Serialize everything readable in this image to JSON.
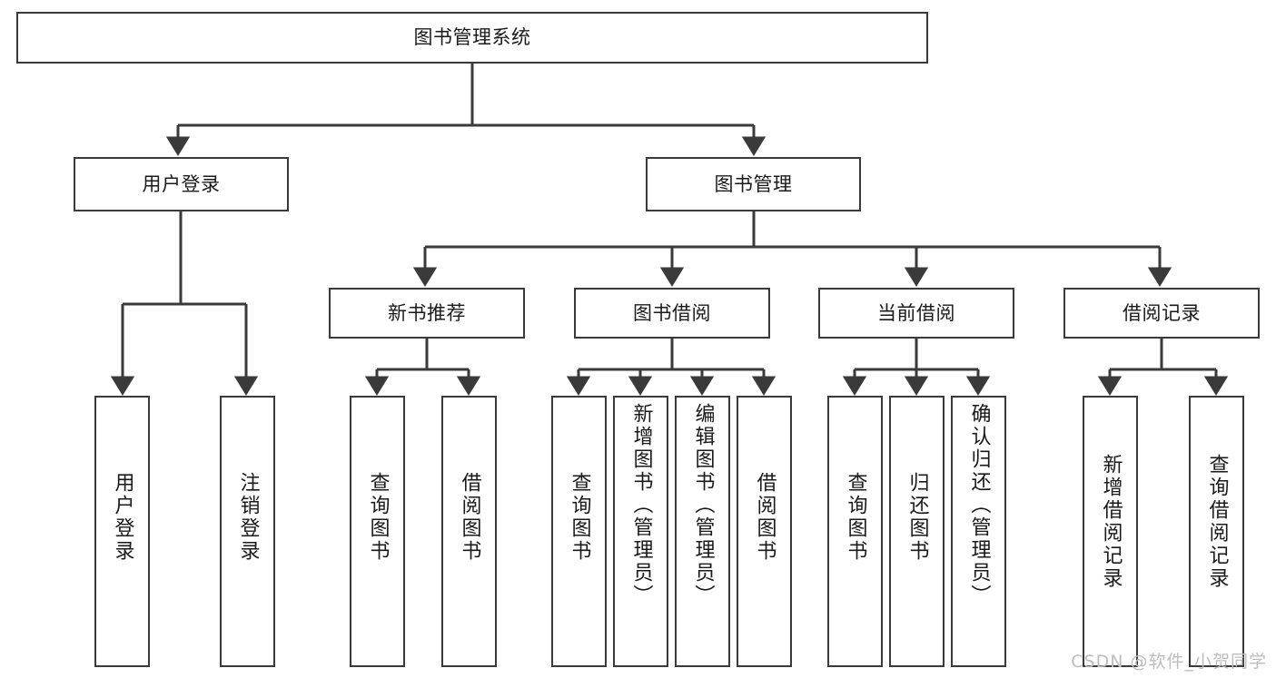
{
  "diagram": {
    "title_node": {
      "label": "图书管理系统"
    },
    "level2": [
      {
        "id": "user-login",
        "label": "用户登录"
      },
      {
        "id": "book-manage",
        "label": "图书管理"
      }
    ],
    "level3": [
      {
        "id": "new-book-recommend",
        "label": "新书推荐"
      },
      {
        "id": "book-borrow",
        "label": "图书借阅"
      },
      {
        "id": "current-borrow",
        "label": "当前借阅"
      },
      {
        "id": "borrow-record",
        "label": "借阅记录"
      }
    ],
    "leaves": [
      {
        "id": "leaf-user-login",
        "label": "用户登录"
      },
      {
        "id": "leaf-logout",
        "label": "注销登录"
      },
      {
        "id": "leaf-query-book-1",
        "label": "查询图书"
      },
      {
        "id": "leaf-borrow-book-1",
        "label": "借阅图书"
      },
      {
        "id": "leaf-query-book-2",
        "label": "查询图书"
      },
      {
        "id": "leaf-add-book",
        "label": "新增图书（管理员）"
      },
      {
        "id": "leaf-edit-book",
        "label": "编辑图书（管理员）"
      },
      {
        "id": "leaf-borrow-book-2",
        "label": "借阅图书"
      },
      {
        "id": "leaf-query-book-3",
        "label": "查询图书"
      },
      {
        "id": "leaf-return-book",
        "label": "归还图书"
      },
      {
        "id": "leaf-confirm-return",
        "label": "确认归还（管理员）"
      },
      {
        "id": "leaf-add-record",
        "label": "新增借阅记录"
      },
      {
        "id": "leaf-query-record",
        "label": "查询借阅记录"
      }
    ]
  },
  "watermark": {
    "text": "CSDN @软件_小贺同学"
  },
  "colors": {
    "stroke": "#3a3a3a",
    "fill": "#ffffff",
    "text": "#1a1a1a",
    "watermark": "#bdbdbd"
  }
}
